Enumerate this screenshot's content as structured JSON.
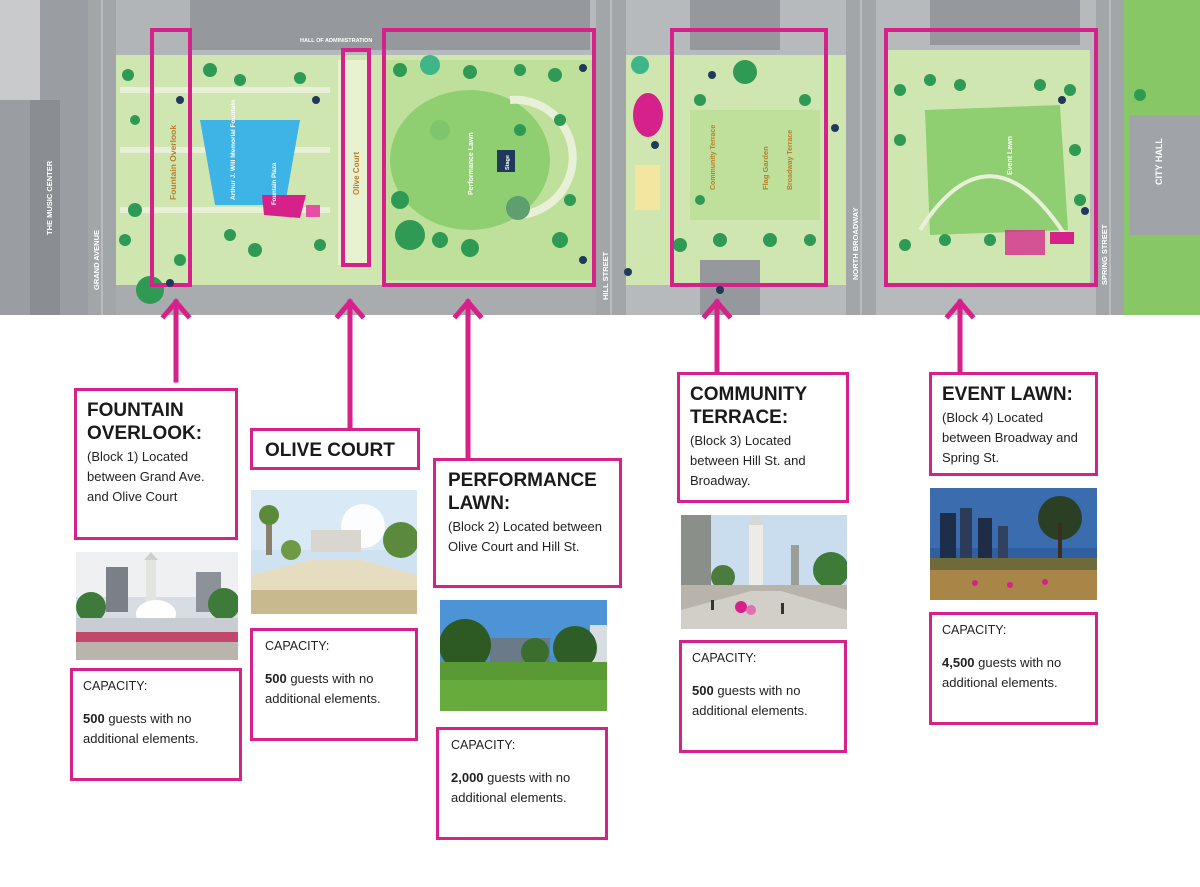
{
  "map": {
    "streets": {
      "grand": "GRAND AVENUE",
      "hill": "HILL STREET",
      "broadway": "NORTH BROADWAY",
      "spring": "SPRING STREET"
    },
    "buildings": {
      "music_center": "THE MUSIC CENTER",
      "city_hall": "CITY HALL",
      "hall_of_admin": "HALL OF ADMINISTRATION"
    },
    "features": {
      "fountain_overlook": "Fountain Overlook",
      "memorial_fountain": "Arthur J. Will Memorial Fountain",
      "fountain_plaza": "Fountain Plaza",
      "olive_court": "Olive Court",
      "performance_lawn": "Performance Lawn",
      "stage": "Stage",
      "community_terrace": "Community Terrace",
      "flag_garden": "Flag Garden",
      "broadway_terrace": "Broadway Terrace",
      "event_lawn": "Event Lawn"
    },
    "colors": {
      "highlight": "#d6218b",
      "lawn": "#8fcf72",
      "park": "#c5e2a6",
      "fountain": "#3db3e6",
      "street": "#a9acaf",
      "building": "#8f9296"
    }
  },
  "areas": [
    {
      "title_lines": [
        "FOUNTAIN",
        "OVERLOOK:"
      ],
      "description": "(Block 1) Located between Grand Ave. and Olive Court",
      "capacity_label": "CAPACITY:",
      "capacity_number": "500",
      "capacity_text": " guests with no additional elements.",
      "photo": "fountain-photo"
    },
    {
      "title_lines": [
        "OLIVE COURT"
      ],
      "description": "",
      "capacity_label": "CAPACITY:",
      "capacity_number": "500",
      "capacity_text": " guests with no additional elements.",
      "photo": "olive-court-photo"
    },
    {
      "title_lines": [
        "PERFORMANCE",
        "LAWN:"
      ],
      "description": "(Block 2) Located between Olive Court and Hill St.",
      "capacity_label": "CAPACITY:",
      "capacity_number": "2,000",
      "capacity_text": " guests with no additional elements.",
      "photo": "performance-lawn-photo"
    },
    {
      "title_lines": [
        "COMMUNITY",
        "TERRACE:"
      ],
      "description": "(Block 3) Located between Hill St. and Broadway.",
      "capacity_label": "CAPACITY:",
      "capacity_number": "500",
      "capacity_text": " guests with no additional elements.",
      "photo": "community-terrace-photo"
    },
    {
      "title_lines": [
        "EVENT LAWN:"
      ],
      "description": "(Block 4) Located between Broadway and Spring St.",
      "capacity_label": "CAPACITY:",
      "capacity_number": "4,500",
      "capacity_text": " guests with no additional elements.",
      "photo": "event-lawn-photo"
    }
  ]
}
